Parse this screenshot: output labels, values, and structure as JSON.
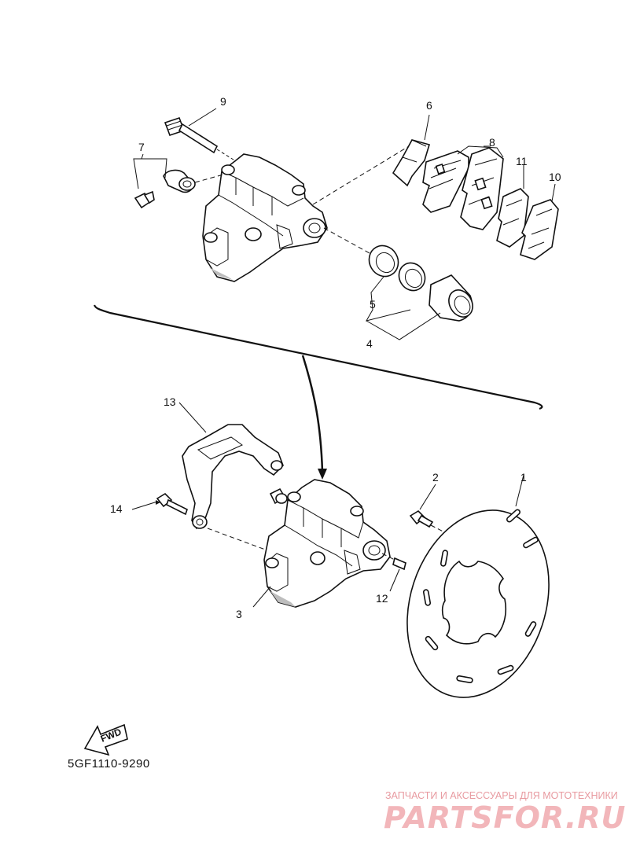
{
  "diagram": {
    "callouts": {
      "c1": "1",
      "c2": "2",
      "c3": "3",
      "c4": "4",
      "c5": "5",
      "c6": "6",
      "c7": "7",
      "c8": "8",
      "c9": "9",
      "c10": "10",
      "c11": "11",
      "c12": "12",
      "c13": "13",
      "c14": "14"
    },
    "direction_label": "FWD",
    "reference_code": "5GF1110-9290"
  },
  "watermark": {
    "tagline": "ЗАПЧАСТИ И АКСЕССУАРЫ ДЛЯ МОТОТЕХНИКИ",
    "logo": "PARTSFOR.RU",
    "color": "#e89aa0"
  }
}
